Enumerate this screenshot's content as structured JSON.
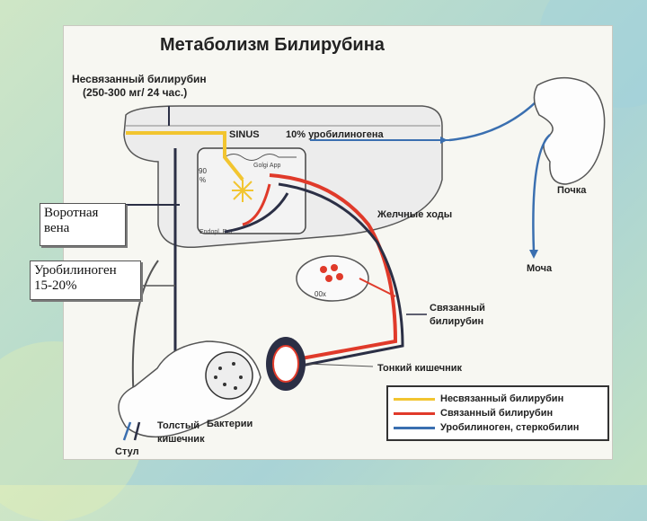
{
  "title": "Метаболизм Билирубина",
  "labels": {
    "unconjugated_line1": "Несвязанный билирубин",
    "unconjugated_line2": "(250-300 мг/ 24 час.)",
    "sinus": "SINUS",
    "urobilinogen_10": "10% уробилиногена",
    "kidney": "Почка",
    "urine": "Моча",
    "bile_ducts": "Желчные ходы",
    "conjugated_line1": "Связанный",
    "conjugated_line2": "билирубин",
    "small_intestine": "Тонкий кишечник",
    "large_intestine_line1": "Толстый",
    "large_intestine_line2": "кишечник",
    "bacteria": "Бактерии",
    "stool": "Стул",
    "golgi": "Golgi App",
    "endopl": "Endopl. Ret",
    "pct_90": "90",
    "pct_sign": "%",
    "gall_x": "00x"
  },
  "boxes": {
    "portal_vein_line1": "Воротная",
    "portal_vein_line2": "вена",
    "urobilinogen_line1": "Уробилиноген",
    "urobilinogen_line2": "15-20%"
  },
  "legend": [
    {
      "label": "Несвязанный билирубин",
      "color": "#f2c530"
    },
    {
      "label": "Связанный билирубин",
      "color": "#e03a2a"
    },
    {
      "label": "Уробилиноген, стеркобилин",
      "color": "#3a6fb0"
    }
  ],
  "colors": {
    "unconjugated": "#f2c530",
    "conjugated": "#e03a2a",
    "urobilinogen": "#3a6fb0",
    "dark": "#2b2f45"
  }
}
